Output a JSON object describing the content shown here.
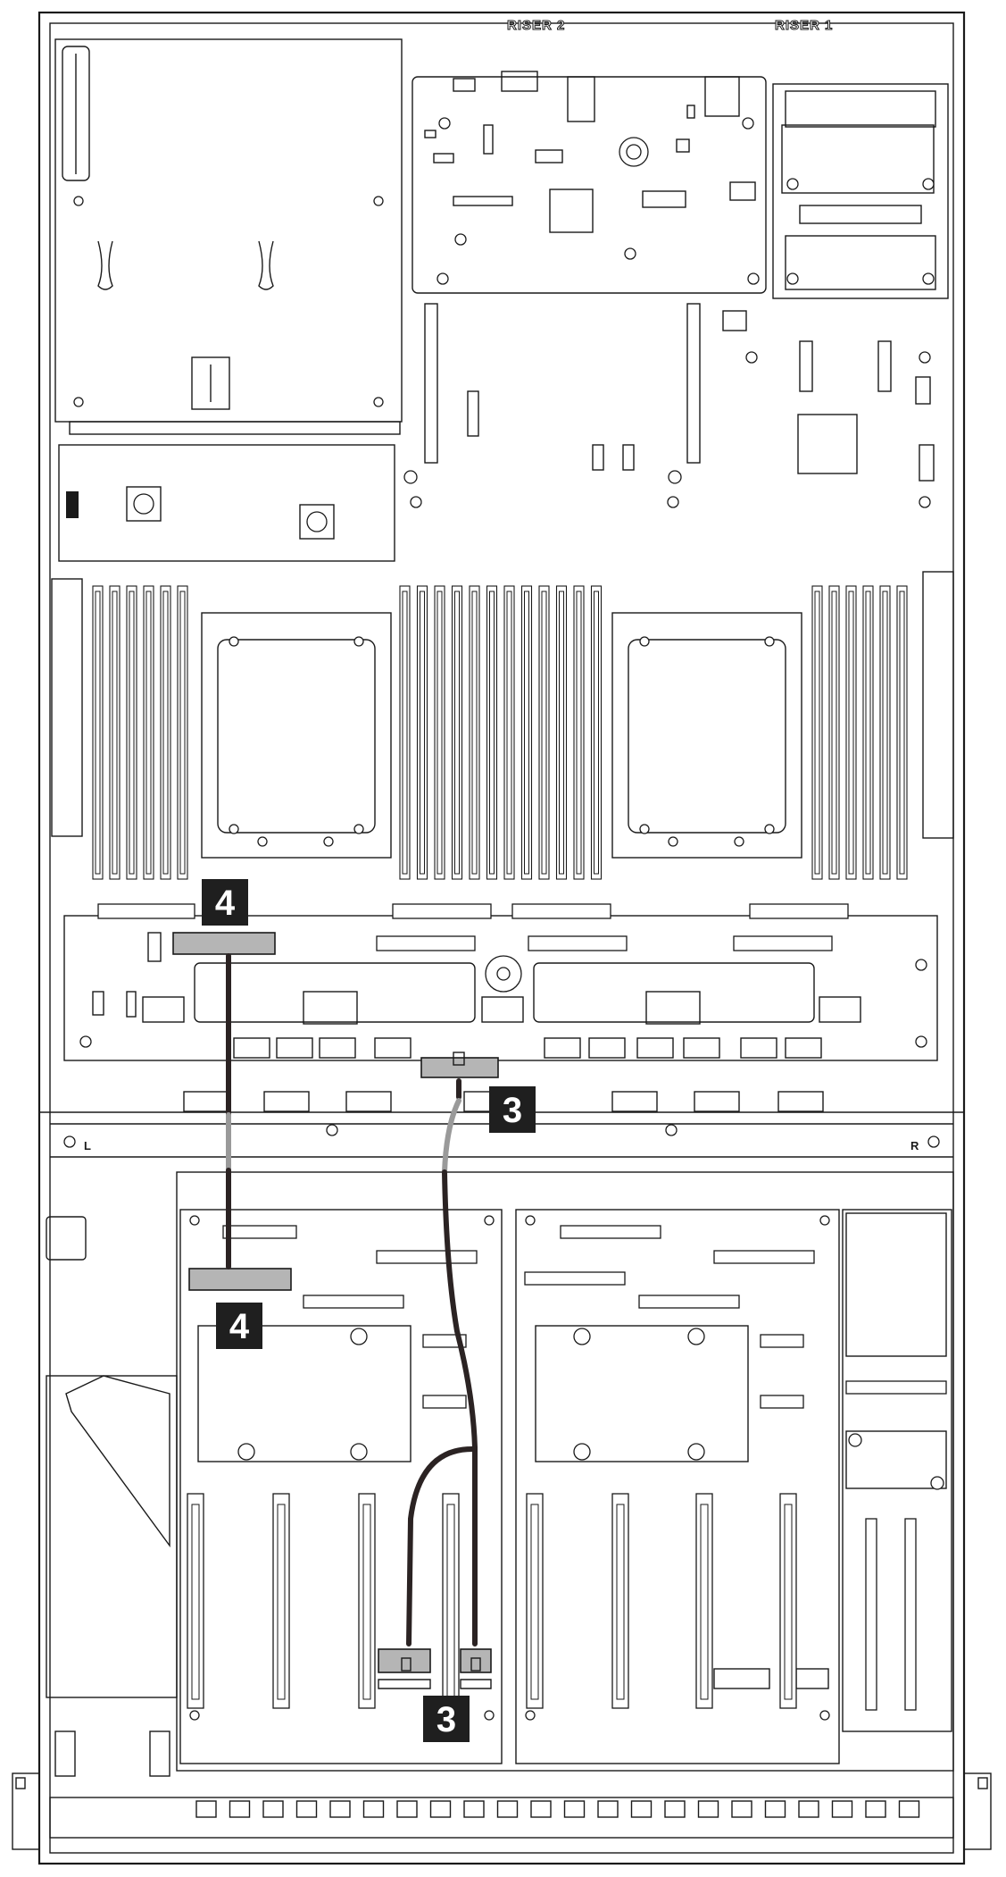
{
  "labels": {
    "riser2": "RISER 2",
    "riser1": "RISER 1",
    "left": "L",
    "right": "R"
  },
  "callouts": {
    "c4_top": "4",
    "c4_bottom": "4",
    "c3_top": "3",
    "c3_bottom": "3"
  },
  "colors": {
    "line": "#1a1a1a",
    "callout_bg": "#1f1f1f",
    "connector_fill": "#b5b5b5",
    "cable_dark": "#2b2323",
    "cable_light": "#9a9a9a"
  }
}
